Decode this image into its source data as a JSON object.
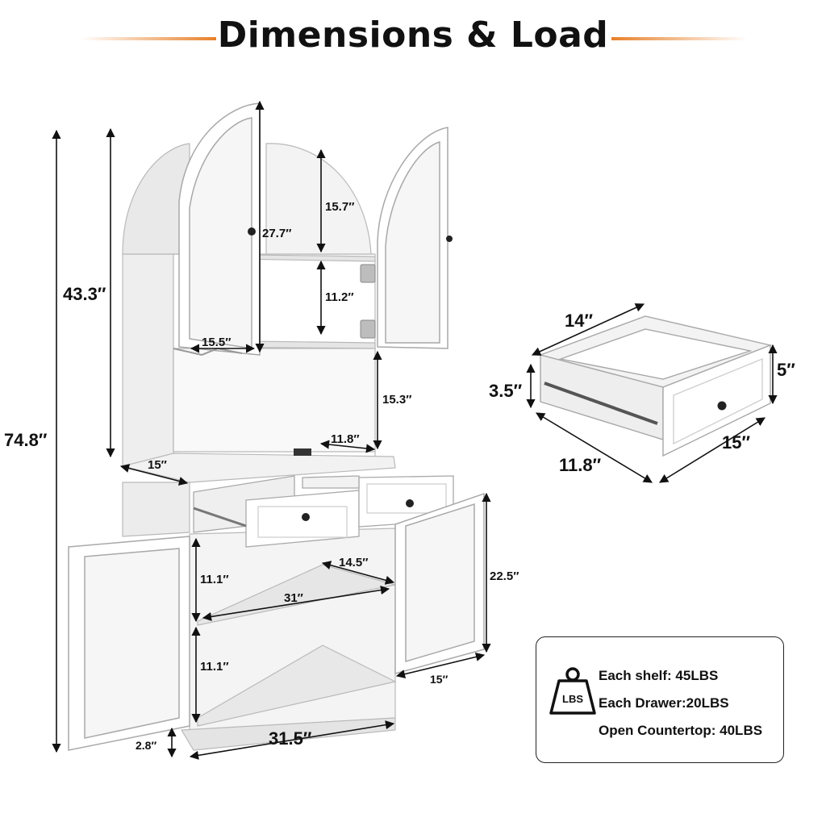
{
  "header": {
    "title": "Dimensions & Load",
    "accent_color": "#e8802a"
  },
  "cabinet": {
    "dimensions": {
      "total_height": "74.8″",
      "upper_height": "43.3″",
      "arch_door_height": "27.7″",
      "top_shelf_height": "15.7″",
      "middle_shelf_height": "11.2″",
      "upper_inner_width": "15.5″",
      "open_area_height": "15.3″",
      "open_area_depth": "11.8″",
      "counter_depth": "15″",
      "lower_height": "22.5″",
      "lower_shelf_depth": "14.5″",
      "lower_upper_gap": "11.1″",
      "lower_lower_gap": "11.1″",
      "lower_shelf_width": "31″",
      "lower_depth": "15″",
      "total_width": "31.5″",
      "base_height": "2.8″"
    }
  },
  "drawer": {
    "dimensions": {
      "width": "14″",
      "front_height": "5″",
      "inner_height": "3.5″",
      "depth": "15″",
      "inner_depth": "11.8″"
    }
  },
  "load": {
    "icon": "weight-lbs-icon",
    "icon_label": "LBS",
    "lines": [
      "Each shelf: 45LBS",
      "Each Drawer:20LBS",
      "Open Countertop: 40LBS"
    ]
  }
}
